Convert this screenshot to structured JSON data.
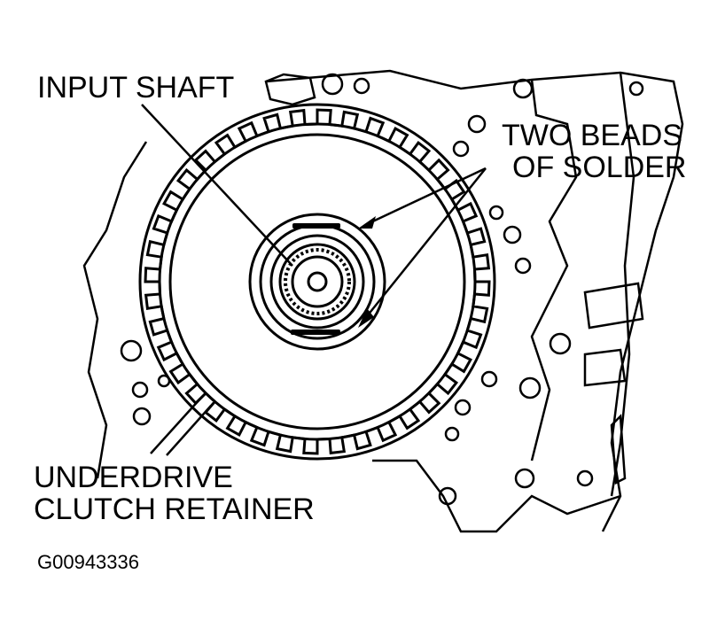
{
  "labels": {
    "input_shaft": "INPUT SHAFT",
    "beads_line1": "TWO BEADS",
    "beads_line2": "OF SOLDER",
    "retainer_line1": "UNDERDRIVE",
    "retainer_line2": "CLUTCH RETAINER"
  },
  "figure_id": "G00943336",
  "colors": {
    "ink": "#000000",
    "paper": "#ffffff"
  }
}
